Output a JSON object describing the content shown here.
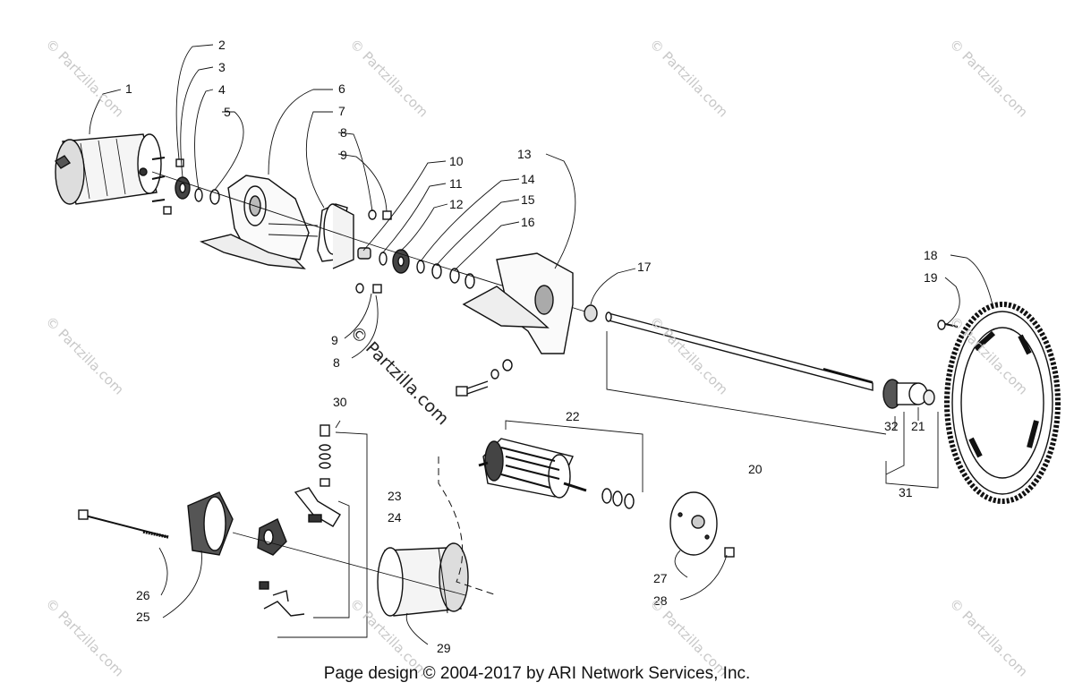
{
  "callouts": {
    "n1": "1",
    "n2": "2",
    "n3": "3",
    "n4": "4",
    "n5": "5",
    "n6": "6",
    "n7": "7",
    "n8a": "8",
    "n9a": "9",
    "n10": "10",
    "n11": "11",
    "n12": "12",
    "n13": "13",
    "n14": "14",
    "n15": "15",
    "n16": "16",
    "n17": "17",
    "n18": "18",
    "n19": "19",
    "n20": "20",
    "n21": "21",
    "n22": "22",
    "n23": "23",
    "n24": "24",
    "n25": "25",
    "n26": "26",
    "n27": "27",
    "n28": "28",
    "n29": "29",
    "n30": "30",
    "n31": "31",
    "n32": "32",
    "n9b": "9",
    "n8b": "8"
  },
  "watermark": {
    "small": "© Partzilla.com",
    "main": "© Partzilla.com"
  },
  "footer": "Page design © 2004-2017 by ARI Network Services, Inc."
}
